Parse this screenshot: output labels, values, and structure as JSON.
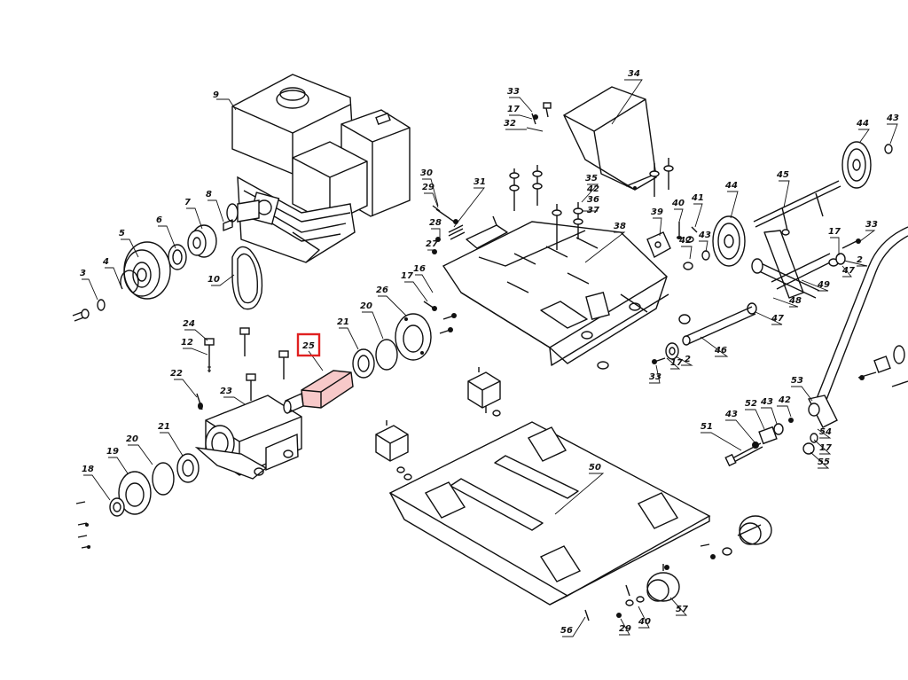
{
  "callouts": [
    {
      "id": "c9",
      "text": "9"
    },
    {
      "id": "c8",
      "text": "8"
    },
    {
      "id": "c7",
      "text": "7"
    },
    {
      "id": "c6",
      "text": "6"
    },
    {
      "id": "c5",
      "text": "5"
    },
    {
      "id": "c4",
      "text": "4"
    },
    {
      "id": "c3",
      "text": "3"
    },
    {
      "id": "c10",
      "text": "10"
    },
    {
      "id": "c24",
      "text": "24"
    },
    {
      "id": "c12",
      "text": "12"
    },
    {
      "id": "c22",
      "text": "22"
    },
    {
      "id": "c23",
      "text": "23"
    },
    {
      "id": "c25",
      "text": "25"
    },
    {
      "id": "c21a",
      "text": "21"
    },
    {
      "id": "c20a",
      "text": "20"
    },
    {
      "id": "c26",
      "text": "26"
    },
    {
      "id": "c17a",
      "text": "17"
    },
    {
      "id": "c16",
      "text": "16"
    },
    {
      "id": "c21b",
      "text": "21"
    },
    {
      "id": "c20b",
      "text": "20"
    },
    {
      "id": "c19",
      "text": "19"
    },
    {
      "id": "c18",
      "text": "18"
    },
    {
      "id": "c33a",
      "text": "33"
    },
    {
      "id": "c17b",
      "text": "17"
    },
    {
      "id": "c32",
      "text": "32"
    },
    {
      "id": "c34",
      "text": "34"
    },
    {
      "id": "c30",
      "text": "30"
    },
    {
      "id": "c29a",
      "text": "29"
    },
    {
      "id": "c31",
      "text": "31"
    },
    {
      "id": "c28",
      "text": "28"
    },
    {
      "id": "c27",
      "text": "27"
    },
    {
      "id": "c35",
      "text": "35"
    },
    {
      "id": "c42a",
      "text": "42"
    },
    {
      "id": "c36",
      "text": "36"
    },
    {
      "id": "c37",
      "text": "37"
    },
    {
      "id": "c38",
      "text": "38"
    },
    {
      "id": "c39",
      "text": "39"
    },
    {
      "id": "c40a",
      "text": "40"
    },
    {
      "id": "c41",
      "text": "41"
    },
    {
      "id": "c42b",
      "text": "42"
    },
    {
      "id": "c43a",
      "text": "43"
    },
    {
      "id": "c44a",
      "text": "44"
    },
    {
      "id": "c45",
      "text": "45"
    },
    {
      "id": "c44b",
      "text": "44"
    },
    {
      "id": "c43b",
      "text": "43"
    },
    {
      "id": "c17c",
      "text": "17"
    },
    {
      "id": "c33b",
      "text": "33"
    },
    {
      "id": "c2a",
      "text": "2"
    },
    {
      "id": "c47a",
      "text": "47"
    },
    {
      "id": "c49",
      "text": "49"
    },
    {
      "id": "c48",
      "text": "48"
    },
    {
      "id": "c47b",
      "text": "47"
    },
    {
      "id": "c46",
      "text": "46"
    },
    {
      "id": "c2b",
      "text": "2"
    },
    {
      "id": "c17d",
      "text": "17"
    },
    {
      "id": "c33c",
      "text": "33"
    },
    {
      "id": "c50",
      "text": "50"
    },
    {
      "id": "c53",
      "text": "53"
    },
    {
      "id": "c52",
      "text": "52"
    },
    {
      "id": "c43c",
      "text": "43"
    },
    {
      "id": "c42c",
      "text": "42"
    },
    {
      "id": "c51",
      "text": "51"
    },
    {
      "id": "c43d",
      "text": "43"
    },
    {
      "id": "c54",
      "text": "54"
    },
    {
      "id": "c17e",
      "text": "17"
    },
    {
      "id": "c55",
      "text": "55"
    },
    {
      "id": "c57",
      "text": "57"
    },
    {
      "id": "c56",
      "text": "56"
    },
    {
      "id": "c29b",
      "text": "29"
    },
    {
      "id": "c40b",
      "text": "40"
    }
  ],
  "highlight": {
    "label": "25",
    "color": "#e02020"
  },
  "colors": {
    "line": "#111111",
    "highlight_fill": "#f7c9c9"
  }
}
